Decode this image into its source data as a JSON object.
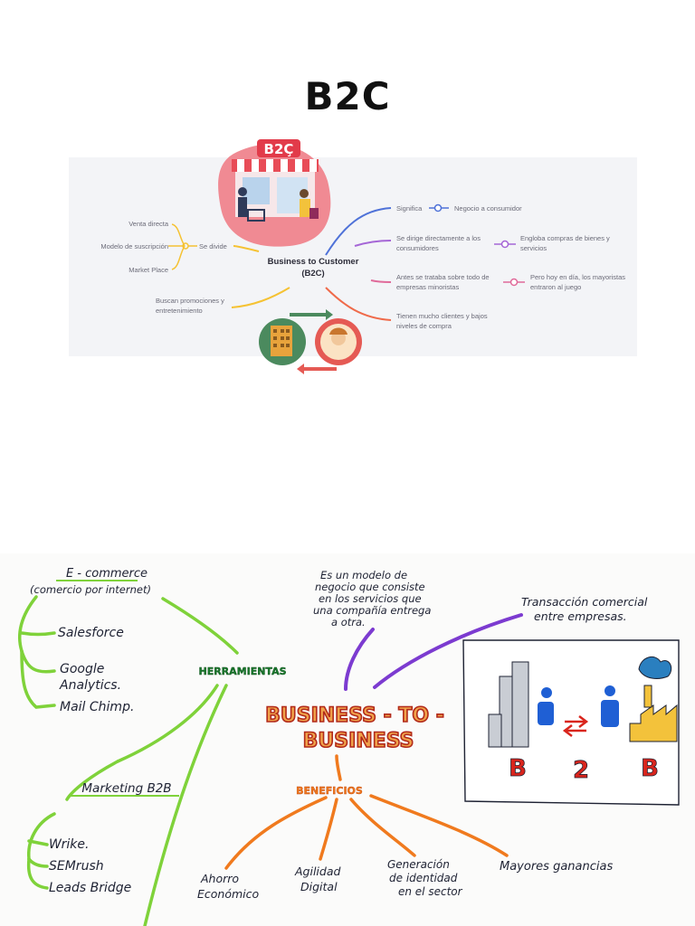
{
  "title": "B2C",
  "b2c": {
    "badge": "B2Ç",
    "center": [
      "Business to Customer",
      "(B2C)"
    ],
    "left_branch": "Se divide",
    "left_items": [
      "Venta directa",
      "Modelo de suscripción",
      "Market Place"
    ],
    "left_bottom": [
      "Buscan promociones y",
      "entretenimiento"
    ],
    "right": [
      {
        "label": [
          "Significa"
        ],
        "detail": [
          "Negocio a consumidor"
        ],
        "color": "#4f72d8"
      },
      {
        "label": [
          "Se dirige directamente a los",
          "consumidores"
        ],
        "detail": [
          "Engloba compras de bienes y",
          "servicios"
        ],
        "color": "#a566d6"
      },
      {
        "label": [
          "Antes se trataba sobre todo de",
          "empresas minoristas"
        ],
        "detail": [
          "Pero hoy en día, los mayoristas",
          "entraron al juego"
        ],
        "color": "#e06a9a"
      },
      {
        "label": [
          "Tienen mucho clientes y bajos",
          "niveles de compra"
        ],
        "detail": [],
        "color": "#ef6a4a"
      }
    ]
  },
  "b2b": {
    "center": [
      "BUSINESS - TO -",
      "BUSINESS"
    ],
    "herramientas": "HERRAMIENTAS",
    "beneficios": "BENEFICIOS",
    "ecommerce": [
      "E - commerce",
      "(comercio por internet)"
    ],
    "tools": [
      "Salesforce",
      "Google",
      "Analytics.",
      "Mail Chimp."
    ],
    "marketing": "Marketing B2B",
    "marketing_tools": [
      "Wrike.",
      "SEMrush",
      "Leads Bridge"
    ],
    "definition": [
      "Es un modelo de",
      "negocio que consiste",
      "en los servicios que",
      "una compañía entrega",
      "a otra."
    ],
    "transaction": [
      "Transacción comercial",
      "entre empresas."
    ],
    "benefits": [
      [
        "Ahorro",
        "Económico"
      ],
      [
        "Agilidad",
        "Digital"
      ],
      [
        "Generación",
        "de identidad",
        "en el sector"
      ],
      [
        "Mayores ganancias"
      ]
    ],
    "b2b_letters": [
      "B",
      "2",
      "B"
    ],
    "colors": {
      "green": "#7fd23a",
      "orange": "#f07a1e",
      "purple": "#7c3bd0",
      "red": "#d9251d",
      "blue": "#1f5fd4"
    }
  }
}
